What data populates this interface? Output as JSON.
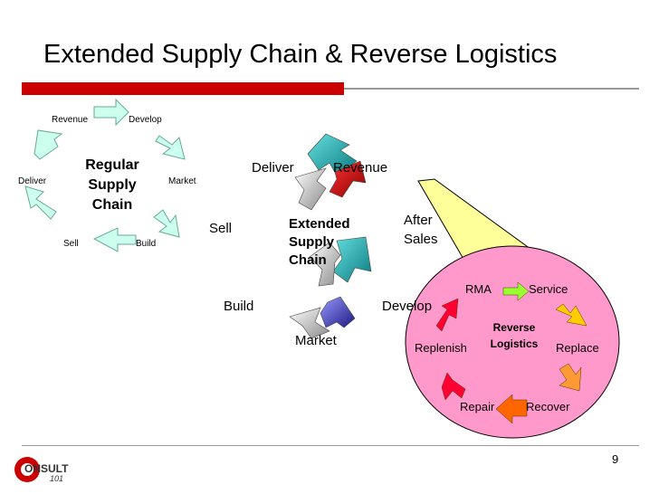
{
  "title": "Extended Supply Chain & Reverse Logistics",
  "colors": {
    "accent_red": "#cc0000",
    "ellipse_fill": "#ff99cc",
    "callout_fill": "#ffff99",
    "regular_arrows": "#ccffee"
  },
  "regular_chain": {
    "center_line1": "Regular",
    "center_line2": "Supply",
    "center_line3": "Chain",
    "steps": [
      "Revenue",
      "Develop",
      "Market",
      "Build",
      "Sell",
      "Deliver"
    ]
  },
  "extended_chain": {
    "center_line1": "Extended",
    "center_line2": "Supply",
    "center_line3": "Chain",
    "steps": {
      "deliver": "Deliver",
      "revenue": "Revenue",
      "sell": "Sell",
      "build": "Build",
      "market": "Market",
      "develop": "Develop",
      "after_sales_1": "After",
      "after_sales_2": "Sales"
    }
  },
  "reverse_logistics": {
    "center_line1": "Reverse",
    "center_line2": "Logistics",
    "steps": {
      "rma": "RMA",
      "service": "Service",
      "replace": "Replace",
      "recover": "Recover",
      "repair": "Repair",
      "replenish": "Replenish"
    }
  },
  "footer": {
    "page_number": "9",
    "logo_text": "ONSULT",
    "logo_sub": "101"
  }
}
